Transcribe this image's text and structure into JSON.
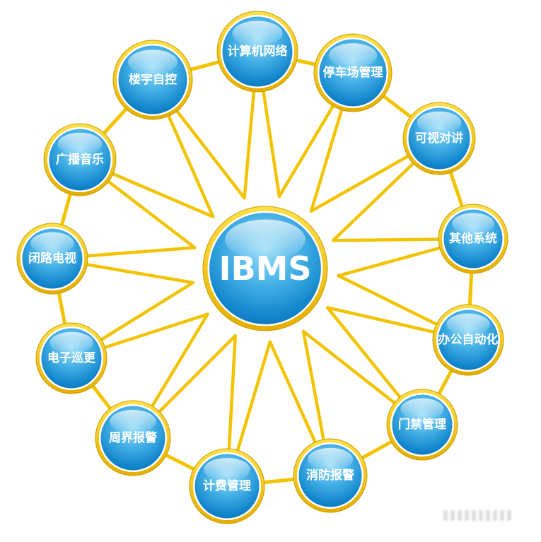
{
  "diagram": {
    "center": {
      "label": "IBMS"
    },
    "nodes": [
      {
        "id": "computer-network",
        "label": "计算机网络"
      },
      {
        "id": "parking-management",
        "label": "停车场管理"
      },
      {
        "id": "video-intercom",
        "label": "可视对讲"
      },
      {
        "id": "other-systems",
        "label": "其他系统"
      },
      {
        "id": "office-automation",
        "label": "办公自动化"
      },
      {
        "id": "access-control",
        "label": "门禁管理"
      },
      {
        "id": "fire-alarm",
        "label": "消防报警"
      },
      {
        "id": "billing-management",
        "label": "计费管理"
      },
      {
        "id": "perimeter-alarm",
        "label": "周界报警"
      },
      {
        "id": "electronic-patrol",
        "label": "电子巡更"
      },
      {
        "id": "cctv",
        "label": "闭路电视"
      },
      {
        "id": "broadcast-music",
        "label": "广播音乐"
      },
      {
        "id": "building-automation",
        "label": "楼宇自控"
      }
    ],
    "colors": {
      "link": "#f2c300",
      "gold_light": "#ffe04a",
      "gold_dark": "#e5ae00",
      "sphere_light": "#9adef9",
      "sphere_mid": "#45b0e6",
      "sphere_deep": "#1286cc",
      "sphere_dark": "#0a67ad",
      "label": "#ffffff",
      "background": "#ffffff"
    }
  }
}
